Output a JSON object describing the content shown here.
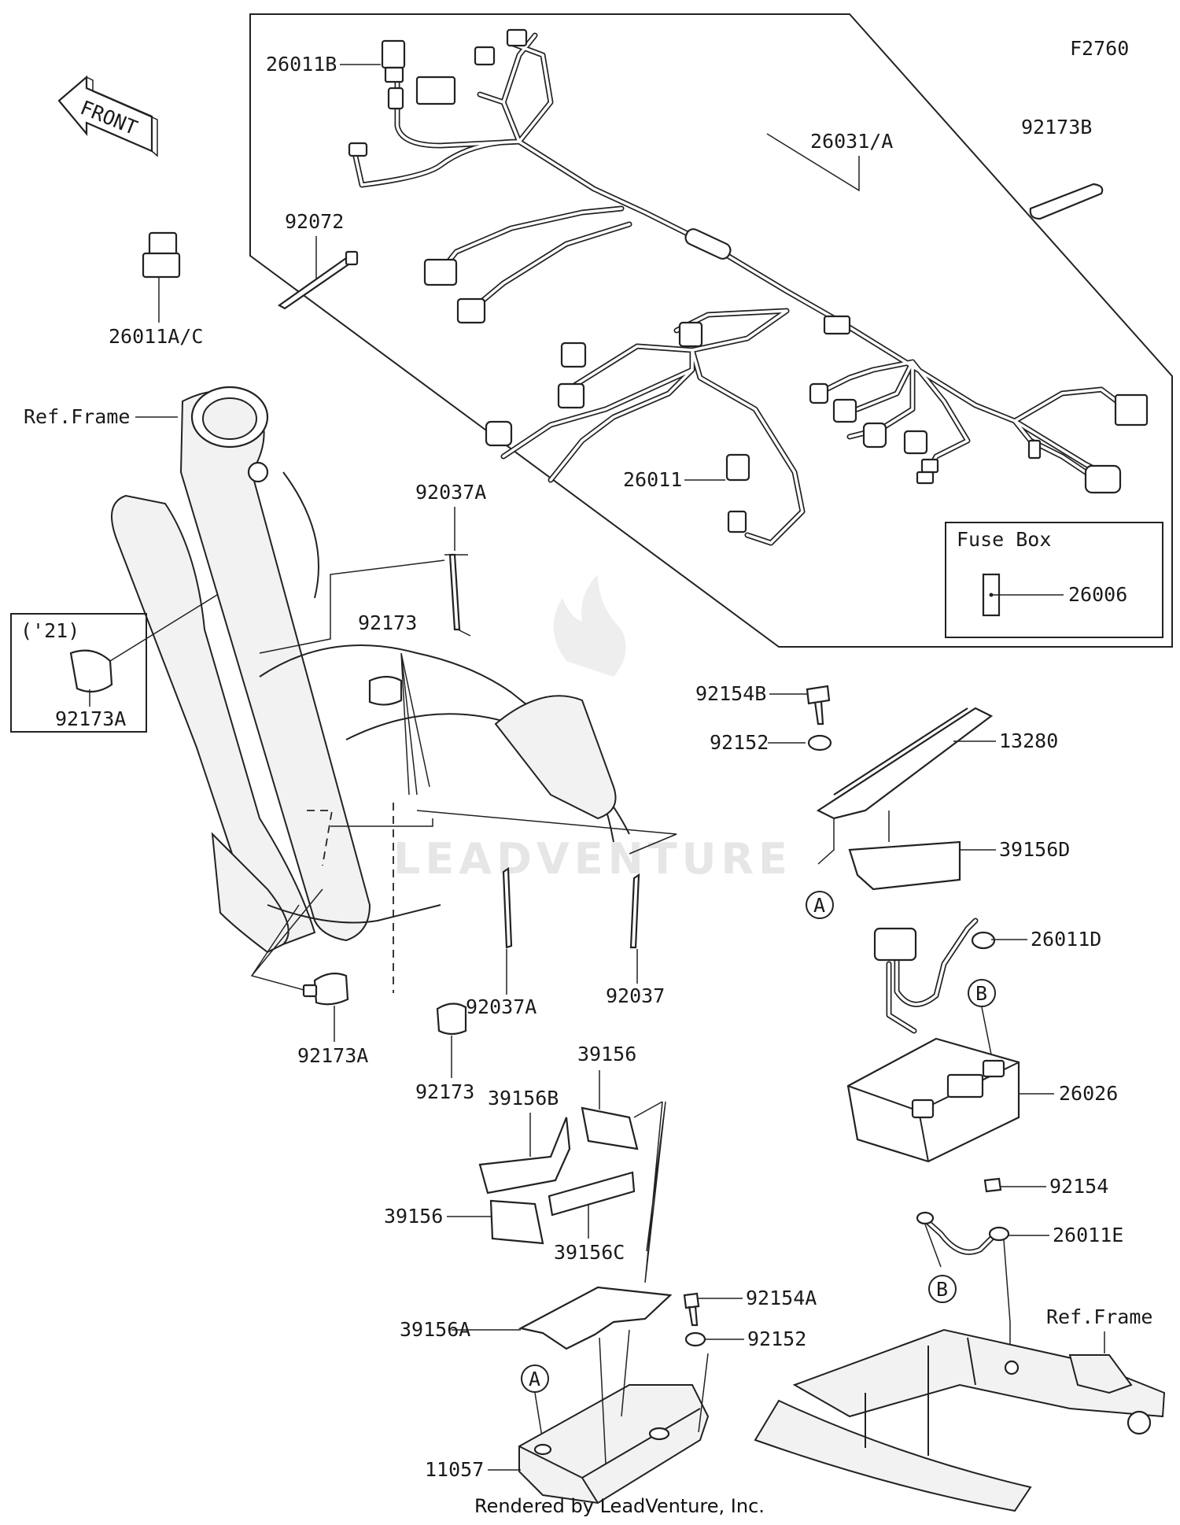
{
  "figure_id": "F2760",
  "front_label": "FRONT",
  "year_note": "('21)",
  "fuse_box_label": "Fuse Box",
  "ref_frame_top": "Ref.Frame",
  "ref_frame_bottom": "Ref.Frame",
  "credit": "Rendered by LeadVenture, Inc.",
  "watermark": "LEADVENTURE",
  "circle_a": "A",
  "circle_b": "B",
  "parts": {
    "p26011B": "26011B",
    "p26031A": "26031/A",
    "p92173B": "92173B",
    "p92072": "92072",
    "p26011AC": "26011A/C",
    "p92037A_top": "92037A",
    "p92173_top": "92173",
    "p92173A_box": "92173A",
    "p26011": "26011",
    "p26006": "26006",
    "p92154B": "92154B",
    "p92152_top": "92152",
    "p13280": "13280",
    "p39156D": "39156D",
    "p26011D": "26011D",
    "p92037A_bot": "92037A",
    "p92037": "92037",
    "p92173A_bot": "92173A",
    "p92173_bot": "92173",
    "p39156_top": "39156",
    "p39156B": "39156B",
    "p26026": "26026",
    "p39156_left": "39156",
    "p39156C": "39156C",
    "p92154": "92154",
    "p26011E": "26011E",
    "p92154A": "92154A",
    "p39156A": "39156A",
    "p92152_bot": "92152",
    "p11057": "11057"
  }
}
